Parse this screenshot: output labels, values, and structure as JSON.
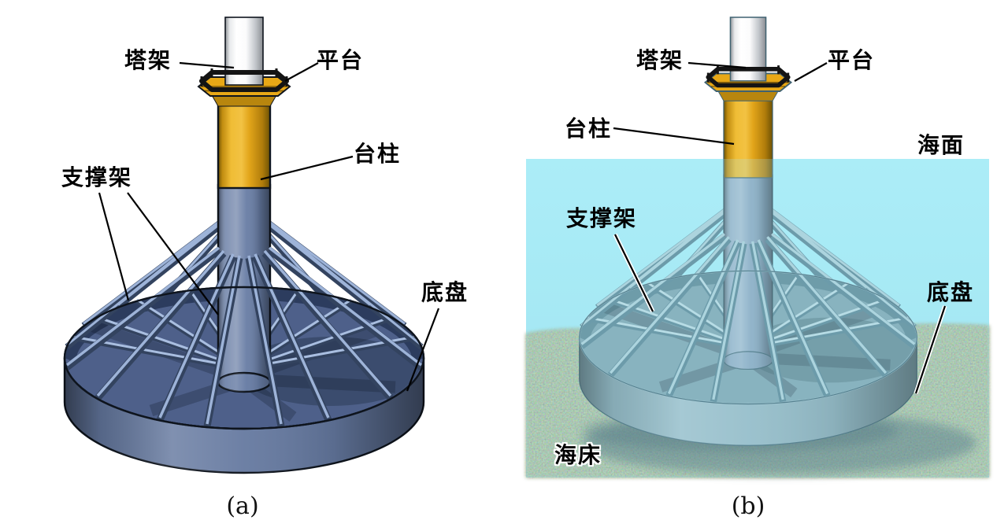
{
  "figure": {
    "type": "technical-illustration",
    "subject": "gravity-base offshore platform foundation, shown dry (a) and installed on the seabed (b)",
    "panel_a": {
      "caption": "(a)",
      "labels": {
        "tower": "塔架",
        "platform": "平台",
        "support_frame": "支撑架",
        "column": "台柱",
        "base": "底盘"
      }
    },
    "panel_b": {
      "caption": "(b)",
      "labels": {
        "tower": "塔架",
        "platform": "平台",
        "column": "台柱",
        "sea_surface": "海面",
        "support_frame": "支撑架",
        "base": "底盘",
        "seabed": "海床"
      }
    },
    "colors": {
      "water": "#a9ebf5",
      "column_yellow": "#e8a816",
      "structure_steel_blue": "#64789f",
      "structure_underwater": "#92b1bd",
      "seabed_base": "#97a37f"
    }
  }
}
